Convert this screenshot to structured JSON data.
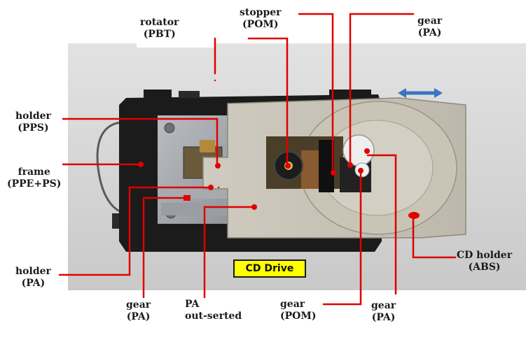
{
  "diagram": {
    "title_box": "CD Drive",
    "colors": {
      "leader_line": "#e00000",
      "title_box_fill": "#ffff00",
      "arrow": "#3a74c4",
      "background_photo": "#d4d4d4"
    },
    "labels": [
      {
        "id": "rotator",
        "line1": "rotator",
        "line2": "(PBT)"
      },
      {
        "id": "stopper",
        "line1": "stopper",
        "line2": "(POM)"
      },
      {
        "id": "gear-top",
        "line1": "gear",
        "line2": "(PA)"
      },
      {
        "id": "holder-pps",
        "line1": "holder",
        "line2": "(PPS)"
      },
      {
        "id": "frame",
        "line1": "frame",
        "line2": "(PPE+PS)"
      },
      {
        "id": "cd-holder",
        "line1": "CD holder",
        "line2": "(ABS)"
      },
      {
        "id": "holder-pa",
        "line1": "holder",
        "line2": "(PA)"
      },
      {
        "id": "gear-bottom-left",
        "line1": "gear",
        "line2": "(PA)"
      },
      {
        "id": "pa-outserted",
        "line1": "PA",
        "line2": "out-serted"
      },
      {
        "id": "gear-pom",
        "line1": "gear",
        "line2": "(POM)"
      },
      {
        "id": "gear-bottom-right",
        "line1": "gear",
        "line2": "(PA)"
      }
    ]
  }
}
